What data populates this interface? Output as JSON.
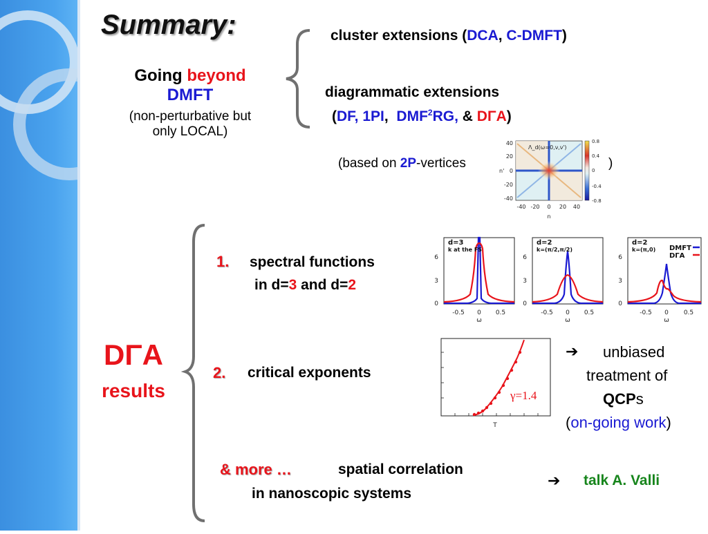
{
  "title": "Summary:",
  "left_block": {
    "going": "Going",
    "beyond": "beyond",
    "dmft": "DMFT",
    "note_line1": "(non-perturbative but",
    "note_line2": "only LOCAL)"
  },
  "extensions": {
    "cluster_prefix": "cluster extensions (",
    "dca": "DCA",
    "comma": ",",
    "cdmft": "C-DMFT",
    "cluster_suffix": ")",
    "diag_line1": "diagrammatic extensions",
    "open_paren": "(",
    "df": "DF",
    "sep1": ",",
    "onepi": "1PI",
    "sep2": ",",
    "dmf": "DMF",
    "sup2": "2",
    "rg": "RG,",
    "amp": "&",
    "dga": "DΓA",
    "close_paren": ")",
    "based_prefix": "(based on",
    "twoP": "2P",
    "based_suffix": "-vertices",
    "based_close": ")"
  },
  "vertex_plot": {
    "label": "Λ_d(ω=0,ν,ν')",
    "y_ticks": [
      "40",
      "20",
      "0",
      "-20",
      "-40"
    ],
    "x_ticks": [
      "-40",
      "-20",
      "0",
      "20",
      "40"
    ],
    "xlabel": "n",
    "ylabel": "n'",
    "cbar_ticks": [
      "0.8",
      "0.4",
      "0",
      "-0.4",
      "-0.8"
    ]
  },
  "results_label": {
    "dga": "DΓA",
    "results": "results"
  },
  "items": [
    {
      "num": "1.",
      "line1": "spectral functions",
      "line2_prefix": "in d=",
      "d1": "3",
      "line2_mid": " and d=",
      "d2": "2"
    },
    {
      "num": "2.",
      "line1": "critical exponents"
    },
    {
      "num": "& more …",
      "line1": "spatial correlation",
      "line2": "in nanoscopic systems"
    }
  ],
  "spectral_panels": [
    {
      "label1": "d=3",
      "label2": "k at the FS"
    },
    {
      "label1": "d=2",
      "label2": "k=(π/2,π/2)"
    },
    {
      "label1": "d=2",
      "label2": "k=(π,0)",
      "legend": [
        "DMFT",
        "DΓA"
      ]
    }
  ],
  "spectral_axes": {
    "y_ticks": [
      "6",
      "3",
      "0"
    ],
    "x_ticks": [
      "-0.5",
      "0",
      "0.5"
    ],
    "xlabel": "ω"
  },
  "critical_plot": {
    "gamma": "γ=1.4",
    "xlabel": "T"
  },
  "arrow_notes": {
    "arrow": "➔",
    "unbiased": "unbiased",
    "treatment": "treatment of",
    "qcp": "QCP",
    "qcp_s": "s",
    "ongoing_open": "(",
    "ongoing": "on-going work",
    "ongoing_close": ")",
    "talk": "talk A. Valli"
  },
  "colors": {
    "dmft": "#1a1ad2",
    "dga": "#e8141b",
    "sidebar": "#4aa3ee"
  }
}
